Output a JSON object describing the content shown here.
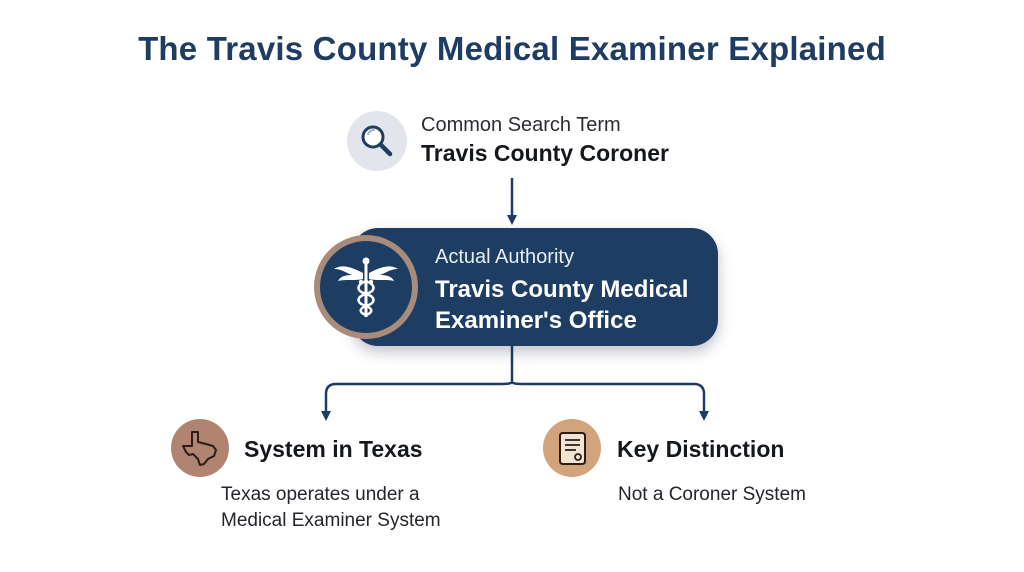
{
  "title": "The Travis County Medical Examiner Explained",
  "search": {
    "icon": "magnifier-icon",
    "subtitle": "Common Search Term",
    "heading": "Travis County Coroner"
  },
  "authority": {
    "icon": "caduceus-icon",
    "subtitle": "Actual Authority",
    "heading": "Travis County Medical Examiner's Office"
  },
  "branches": [
    {
      "icon": "texas-map-icon",
      "heading": "System in Texas",
      "body_lines": [
        "Texas operates under a",
        "Medical Examiner System"
      ]
    },
    {
      "icon": "document-icon",
      "heading": "Key Distinction",
      "body_lines": [
        "Not a Coroner System"
      ]
    }
  ],
  "colors": {
    "navy": "#1e3d62",
    "title": "#1f3c63",
    "search_circle": "#e2e6ec",
    "ring_brown": "#a98b7c",
    "texas_circle": "#b08471",
    "document_circle": "#d3a47c"
  }
}
